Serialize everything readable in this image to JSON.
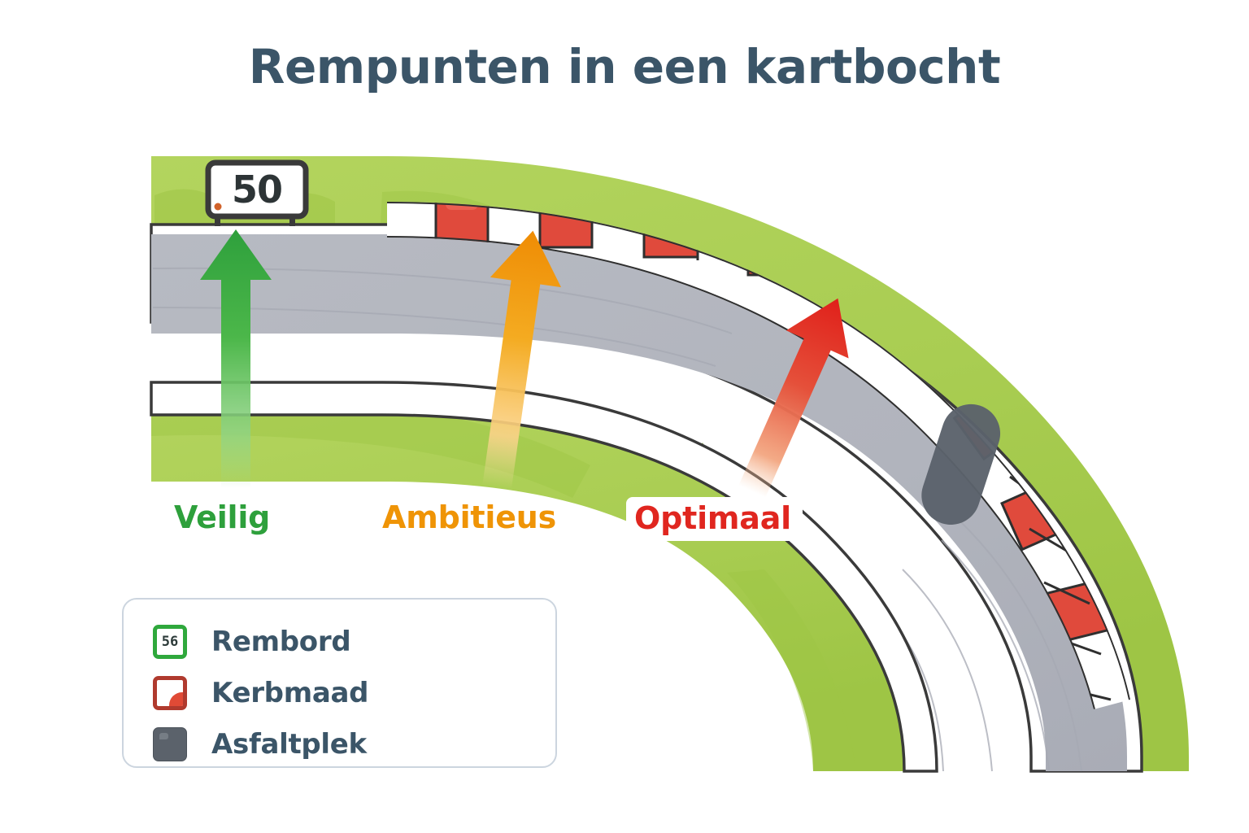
{
  "page": {
    "title": "Rempunten in een kartbocht",
    "title_color": "#3b5568",
    "background": "#ffffff"
  },
  "scene": {
    "description": "Top-down illustration of a kart track corner with grass, kerb and braking markers",
    "colors": {
      "grass": "#aed156",
      "grass_shade": "#9bc244",
      "asphalt": "#b4b7c0",
      "asphalt_shade": "#a9acb6",
      "track_edge": "#ffffff",
      "outline": "#3a3a3a",
      "kerb_red": "#e04a3c",
      "kerb_white": "#ffffff",
      "patch": "#5b626b"
    },
    "brake_board": {
      "name": "rembord",
      "value": "50",
      "text_color": "#2d3436",
      "background": "#ffffff",
      "border_color": "#3a3a3a"
    },
    "asphalt_patch": {
      "name": "asfaltplek",
      "color": "#5b626b"
    },
    "kerb": {
      "name": "kerbmaad",
      "red": "#e04a3c",
      "white": "#ffffff",
      "segments": 22
    }
  },
  "arrows": [
    {
      "id": "veilig",
      "label": "Veilig",
      "color": "#2ea03c",
      "color_top": "#33a93f",
      "color_bottom": "#8fd48a",
      "tilt_deg": 0,
      "meaning": "Safe braking point, earliest"
    },
    {
      "id": "ambitieus",
      "label": "Ambitieus",
      "color": "#ef9406",
      "color_top": "#ef8c04",
      "color_bottom": "#fbd389",
      "tilt_deg": 8,
      "meaning": "Ambitious braking point, later"
    },
    {
      "id": "optimaal",
      "label": "Optimaal",
      "color": "#e0261f",
      "color_top": "#e02019",
      "color_bottom": "#f3a37a",
      "tilt_deg": 24,
      "meaning": "Optimal braking point, latest"
    }
  ],
  "legend": {
    "items": [
      {
        "id": "rembord",
        "label": "Rembord",
        "swatch": "green-box-56-icon",
        "swatch_value": "56",
        "swatch_color": "#2fa83c"
      },
      {
        "id": "kerbmaad",
        "label": "Kerbmaad",
        "swatch": "red-box-icon",
        "swatch_value": "",
        "swatch_color": "#b03a2e"
      },
      {
        "id": "asfaltplek",
        "label": "Asfaltplek",
        "swatch": "grey-box-icon",
        "swatch_value": "",
        "swatch_color": "#5b626b"
      }
    ]
  }
}
